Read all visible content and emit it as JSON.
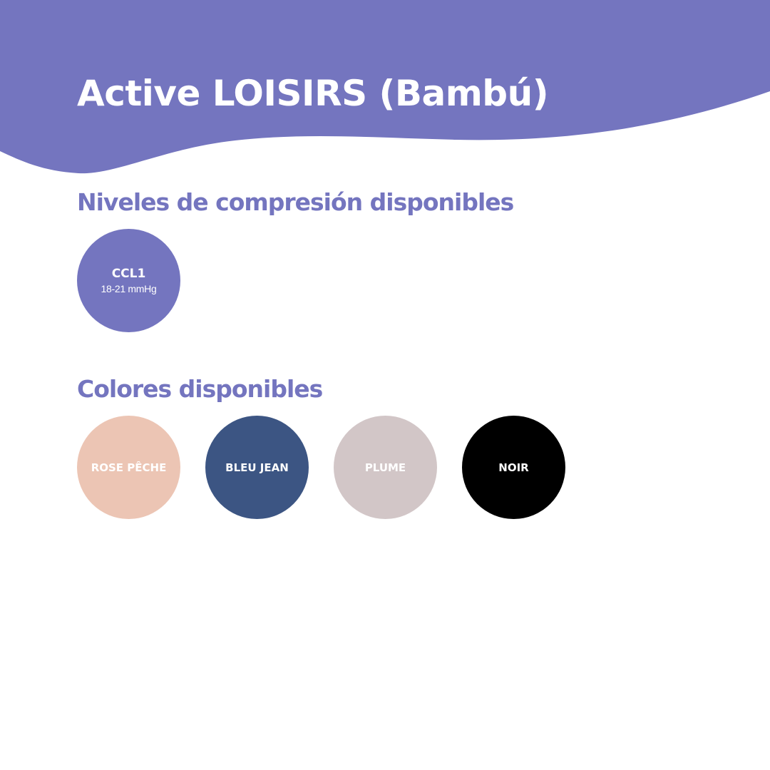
{
  "title": "Active LOISIRS (Bambú)",
  "theme": {
    "primary": "#7475bf",
    "text_on_primary": "#ffffff"
  },
  "compression": {
    "heading": "Niveles de compresión disponibles",
    "levels": [
      {
        "name": "CCL1",
        "range": "18-21 mmHg"
      }
    ]
  },
  "colors": {
    "heading": "Colores disponibles",
    "swatches": [
      {
        "label": "ROSE PÊCHE",
        "color": "#ecc5b4"
      },
      {
        "label": "BLEU JEAN",
        "color": "#3c5583"
      },
      {
        "label": "PLUME",
        "color": "#d2c6c7"
      },
      {
        "label": "NOIR",
        "color": "#000000"
      }
    ]
  }
}
